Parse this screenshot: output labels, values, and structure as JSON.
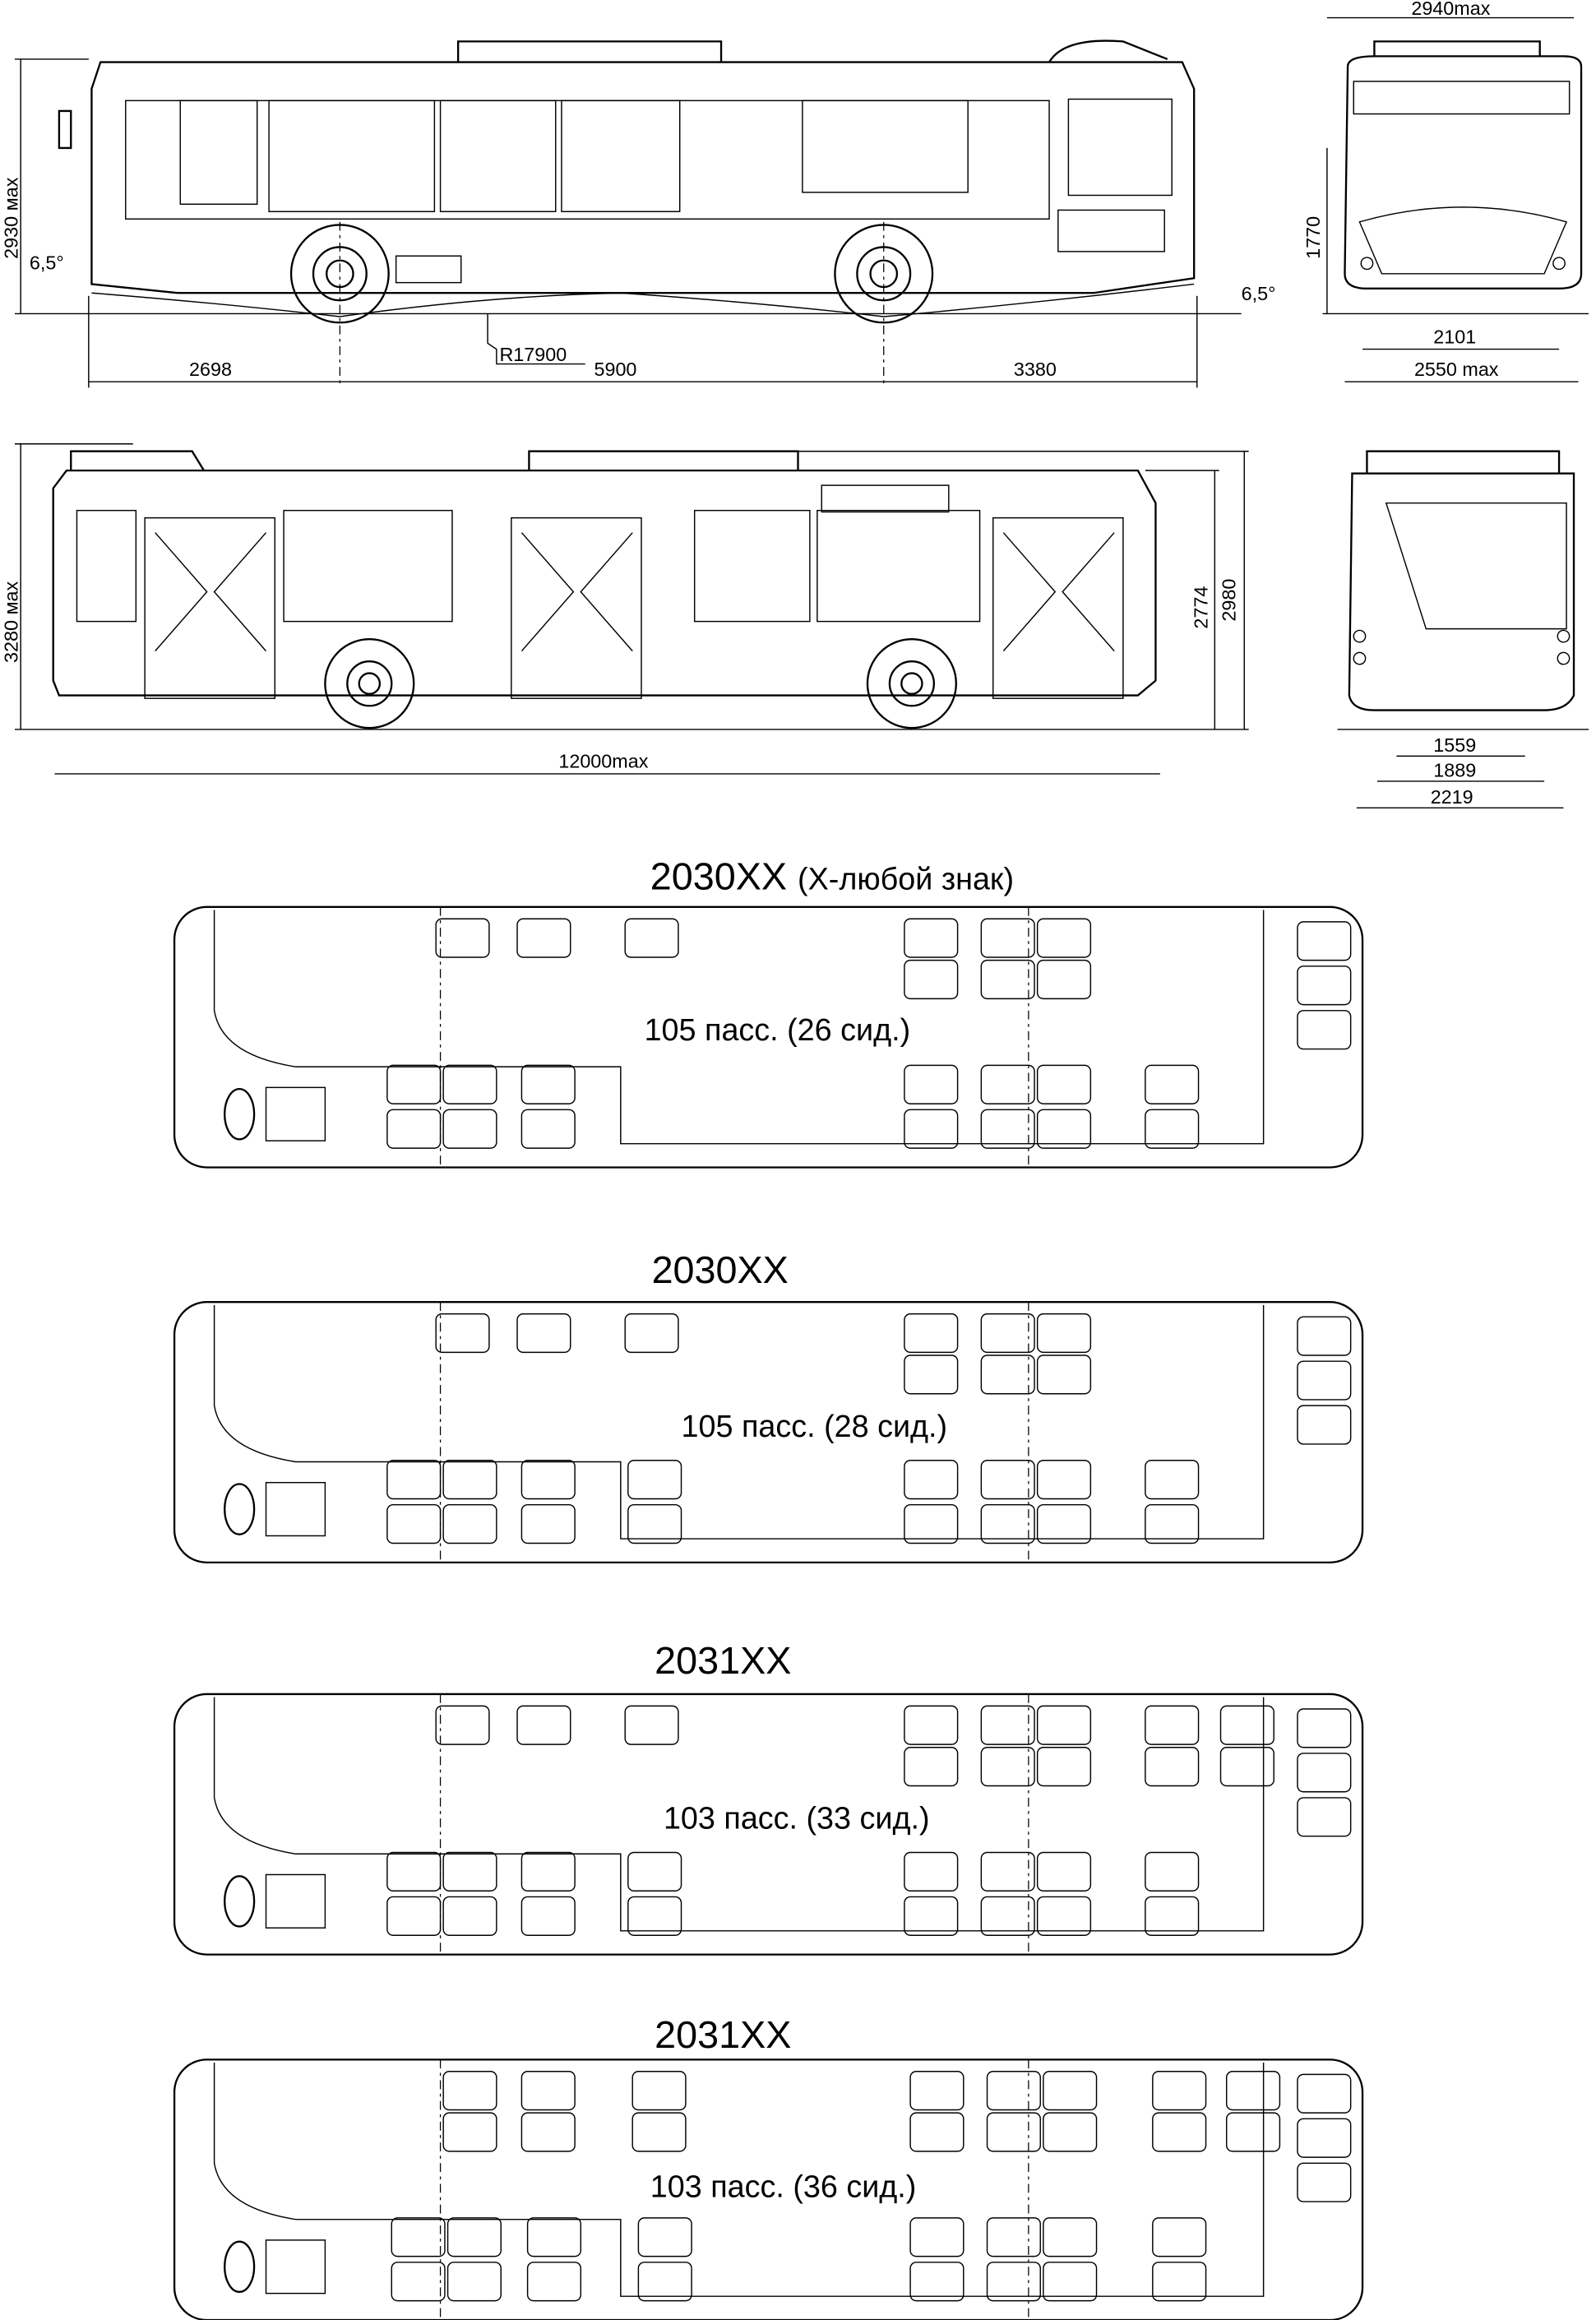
{
  "side_view_1": {
    "height_label": "2930 мах",
    "angle_front": "6,5°",
    "angle_rear": "6,5°",
    "radius": "R17900",
    "front_overhang": "2698",
    "wheelbase": "5900",
    "rear_overhang": "3380"
  },
  "front_view": {
    "width_top": "2940max",
    "height": "1770",
    "track": "2101",
    "width": "2550 max"
  },
  "side_view_2": {
    "height_label": "3280 мах",
    "height_a": "2774",
    "height_b": "2980",
    "length": "12000max"
  },
  "rear_view": {
    "dim_a": "1559",
    "dim_b": "1889",
    "dim_c": "2219"
  },
  "layouts": [
    {
      "title": "2030XX",
      "title_note": "(Х-любой знак)",
      "capacity": "105 пасс. (26 сид.)"
    },
    {
      "title": "2030XX",
      "capacity": "105 пасс. (28 сид.)"
    },
    {
      "title": "2031XX",
      "capacity": "103 пасс. (33 сид.)"
    },
    {
      "title": "2031XX",
      "capacity": "103 пасс. (36 сид.)"
    }
  ]
}
